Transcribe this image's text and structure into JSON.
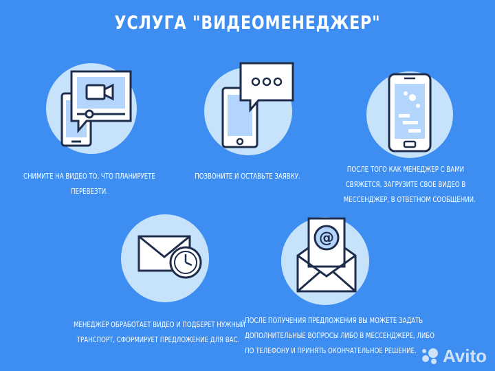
{
  "title": "УСЛУГА \"ВИДЕОМЕНЕДЖЕР\"",
  "colors": {
    "background": "#3d8ef0",
    "circle": "#c7e3fb",
    "outline": "#1f2d4d",
    "accent": "#7fb4f2"
  },
  "steps": [
    {
      "icon": "video-on-phone-icon",
      "lines": [
        "Снимите на видео то, что планируете",
        "перевезти."
      ]
    },
    {
      "icon": "phone-chat-bubble-icon",
      "lines": [
        "Позвоните и оставьте заявку."
      ]
    },
    {
      "icon": "smartphone-messenger-icon",
      "lines": [
        "После того как менеджер с вами",
        "свяжется, загрузите свое видео в",
        "мессенджер, в ответном сообщении."
      ]
    },
    {
      "icon": "envelope-clock-icon",
      "lines": [
        "Менеджер обработает видео и подберет нужный",
        "транспорт, сформирует предложение для вас."
      ]
    },
    {
      "icon": "envelope-at-icon",
      "lines": [
        "После получения предложения вы можете задать",
        "дополнительные вопросы либо в мессенджере, либо",
        "по телефону и принять окончательное решение."
      ]
    }
  ],
  "watermark": {
    "text": "Avito",
    "icon": "avito-logo-icon"
  }
}
